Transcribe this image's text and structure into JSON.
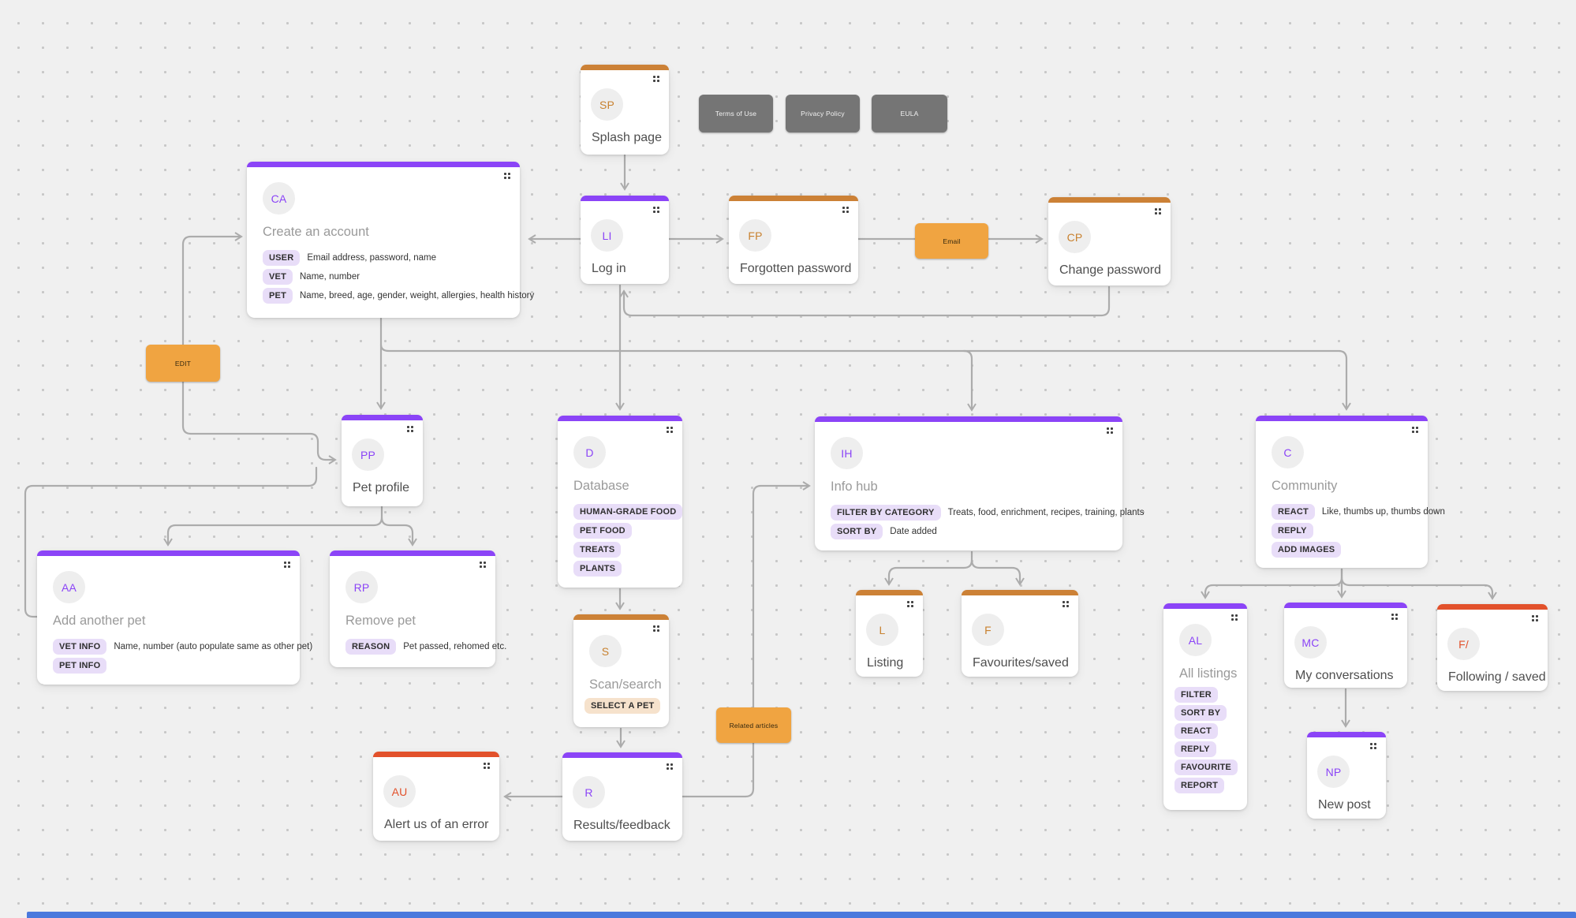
{
  "colors": {
    "accent_purple": "#8B44F7",
    "accent_orange": "#CC8136",
    "accent_red": "#E2512B",
    "connector_gray": "#ACACAC",
    "button_orange": "#F0A441",
    "button_gray": "#757575",
    "pill_purple": "#E8DDF8",
    "pill_tan": "#F6E2CC",
    "blue_shape": "#4A79DD"
  },
  "buttons": {
    "terms_of_use": "Terms of Use",
    "privacy_policy": "Privacy Policy",
    "eula": "EULA",
    "edit": "EDIT",
    "email": "Email",
    "related_articles": "Related articles"
  },
  "cards": {
    "splash_page": {
      "initials": "SP",
      "title": "Splash page"
    },
    "login": {
      "initials": "LI",
      "title": "Log in"
    },
    "forgotten_password": {
      "initials": "FP",
      "title": "Forgotten password"
    },
    "change_password": {
      "initials": "CP",
      "title": "Change password"
    },
    "create_account": {
      "initials": "CA",
      "title": "Create an account",
      "rows": [
        {
          "tag": "USER",
          "text": "Email address, password, name"
        },
        {
          "tag": "VET",
          "text": "Name, number"
        },
        {
          "tag": "PET",
          "text": "Name, breed, age, gender, weight, allergies, health history"
        }
      ]
    },
    "pet_profile": {
      "initials": "PP",
      "title": "Pet profile"
    },
    "add_another_pet": {
      "initials": "AA",
      "title": "Add another pet",
      "rows": [
        {
          "tag": "VET INFO",
          "text": "Name, number (auto populate same as other pet)"
        },
        {
          "tag": "PET INFO",
          "text": ""
        }
      ]
    },
    "remove_pet": {
      "initials": "RP",
      "title": "Remove pet",
      "rows": [
        {
          "tag": "REASON",
          "text": "Pet passed, rehomed etc."
        }
      ]
    },
    "database": {
      "initials": "D",
      "title": "Database",
      "rows": [
        {
          "tag": "HUMAN-GRADE FOOD"
        },
        {
          "tag": "PET FOOD"
        },
        {
          "tag": "TREATS"
        },
        {
          "tag": "PLANTS"
        }
      ]
    },
    "scan_search": {
      "initials": "S",
      "title": "Scan/search",
      "rows": [
        {
          "tag": "SELECT A PET"
        }
      ]
    },
    "results_feedback": {
      "initials": "R",
      "title": "Results/feedback"
    },
    "alert_error": {
      "initials": "AU",
      "title": "Alert us of an error"
    },
    "info_hub": {
      "initials": "IH",
      "title": "Info hub",
      "rows": [
        {
          "tag": "FILTER BY CATEGORY",
          "text": "Treats, food, enrichment, recipes, training, plants"
        },
        {
          "tag": "SORT BY",
          "text": "Date added"
        }
      ]
    },
    "listing": {
      "initials": "L",
      "title": "Listing"
    },
    "favourites_saved": {
      "initials": "F",
      "title": "Favourites/saved"
    },
    "community": {
      "initials": "C",
      "title": "Community",
      "rows": [
        {
          "tag": "REACT",
          "text": "Like, thumbs up, thumbs down"
        },
        {
          "tag": "REPLY",
          "text": ""
        },
        {
          "tag": "ADD IMAGES",
          "text": ""
        }
      ]
    },
    "all_listings": {
      "initials": "AL",
      "title": "All listings",
      "rows": [
        {
          "tag": "FILTER"
        },
        {
          "tag": "SORT BY"
        },
        {
          "tag": "REACT"
        },
        {
          "tag": "REPLY"
        },
        {
          "tag": "FAVOURITE"
        },
        {
          "tag": "REPORT"
        }
      ]
    },
    "my_conversations": {
      "initials": "MC",
      "title": "My conversations"
    },
    "new_post": {
      "initials": "NP",
      "title": "New post"
    },
    "following_saved": {
      "initials": "F/",
      "title": "Following / saved"
    }
  }
}
